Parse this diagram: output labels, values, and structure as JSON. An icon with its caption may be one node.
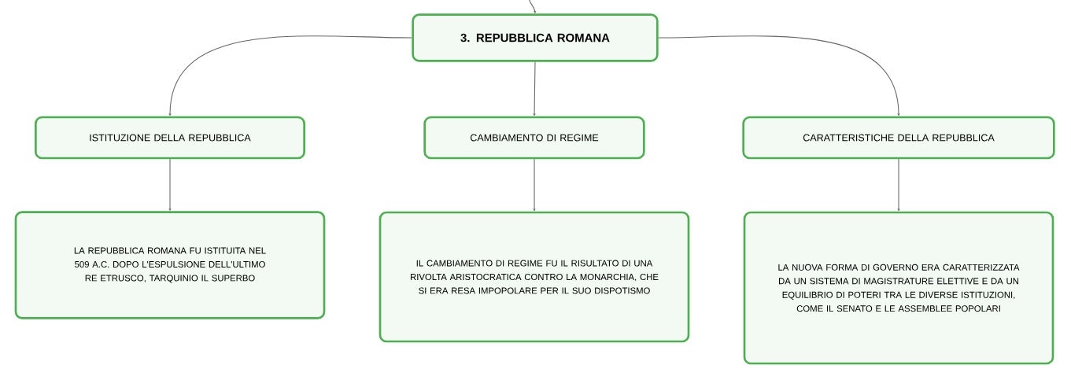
{
  "diagram": {
    "nodes": [
      {
        "text": [
          "3. REPUBBLICA ROMANA"
        ]
      },
      {
        "text": [
          "ISTITUZIONE DELLA REPUBBLICA"
        ]
      },
      {
        "text": [
          "CAMBIAMENTO DI REGIME"
        ]
      },
      {
        "text": [
          "CARATTERISTICHE DELLA REPUBBLICA"
        ]
      },
      {
        "text": [
          "LA REPUBBLICA ROMANA FU ISTITUITA NEL 509 A.C. DOPO L'ESPULSIONE DELL'ULTIMO RE ETRUSCO, TARQUINIO IL SUPERBO"
        ]
      },
      {
        "text": [
          "IL CAMBIAMENTO DI REGIME FU IL RISULTATO DI UNA RIVOLTA ARISTOCRATICA CONTRO LA MONARCHIA, CHE SI ERA RESA IMPOPOLARE PER IL SUO DISPOTISMO"
        ]
      },
      {
        "text": [
          "LA NUOVA FORMA DI GOVERNO ERA CARATTERIZZATA DA UN SISTEMA DI MAGISTRATURE ELETTIVE E DA UN EQUILIBRIO DI POTERI TRA LE DIVERSE ISTITUZIONI, COME IL SENATO E LE ASSEMBLEE POPOLARI"
        ]
      }
    ],
    "edges": [
      {
        "from": null,
        "to": 0,
        "arrow": "to"
      },
      {
        "from": 0,
        "to": 1,
        "arrow": "to"
      },
      {
        "from": 0,
        "to": 2,
        "arrow": "to"
      },
      {
        "from": 0,
        "to": 3,
        "arrow": "to"
      },
      {
        "from": 1,
        "to": 4,
        "arrow": "to"
      },
      {
        "from": 2,
        "to": 5,
        "arrow": "to"
      },
      {
        "from": 3,
        "to": 6,
        "arrow": "to"
      }
    ]
  }
}
